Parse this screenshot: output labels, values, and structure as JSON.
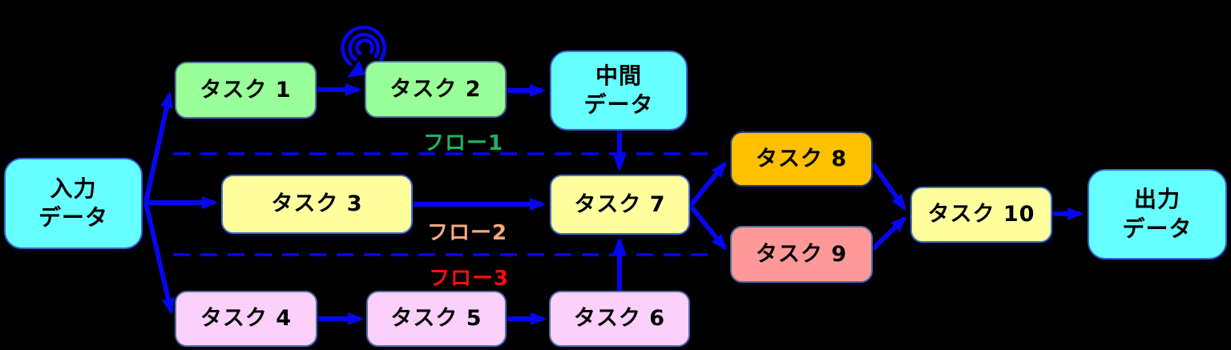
{
  "canvas": {
    "background": "#000000"
  },
  "diagram": {
    "arrow_color": "#0606F2",
    "dashed_line_color": "#0606F2",
    "text_color": "#000000",
    "nodes": [
      {
        "id": "input-data",
        "label": "入力\nデータ",
        "fill": "#66FFFF",
        "border": "#3A66CC"
      },
      {
        "id": "task-1",
        "label": "タスク 1",
        "fill": "#99FF99",
        "border": "#54739B"
      },
      {
        "id": "task-2",
        "label": "タスク 2",
        "fill": "#99FF99",
        "border": "#54739B"
      },
      {
        "id": "intermediate-data",
        "label": "中間\nデータ",
        "fill": "#66FFFF",
        "border": "#3A66CC"
      },
      {
        "id": "task-3",
        "label": "タスク 3",
        "fill": "#FFFF9E",
        "border": "#4472C4"
      },
      {
        "id": "task-7",
        "label": "タスク 7",
        "fill": "#FFFF9E",
        "border": "#4472C4"
      },
      {
        "id": "task-4",
        "label": "タスク 4",
        "fill": "#FBD0FA",
        "border": "#50709F"
      },
      {
        "id": "task-5",
        "label": "タスク 5",
        "fill": "#FBD0FA",
        "border": "#50709F"
      },
      {
        "id": "task-6",
        "label": "タスク 6",
        "fill": "#FBD0FA",
        "border": "#50709F"
      },
      {
        "id": "task-8",
        "label": "タスク 8",
        "fill": "#FFC000",
        "border": "#1F3F6E"
      },
      {
        "id": "task-9",
        "label": "タスク 9",
        "fill": "#FF9999",
        "border": "#50709F"
      },
      {
        "id": "task-10",
        "label": "タスク 10",
        "fill": "#FFFF9E",
        "border": "#4472C4"
      },
      {
        "id": "output-data",
        "label": "出力\nデータ",
        "fill": "#66FFFF",
        "border": "#3A66CC"
      }
    ],
    "flow_labels": [
      {
        "id": "flow-1",
        "label": "フロー1",
        "color": "#1FB264"
      },
      {
        "id": "flow-2",
        "label": "フロー2",
        "color": "#F4A97E"
      },
      {
        "id": "flow-3",
        "label": "フロー3",
        "color": "#FF0D0D"
      }
    ],
    "icons": [
      {
        "id": "loop-scribble-icon",
        "color": "#0606F2"
      }
    ]
  }
}
